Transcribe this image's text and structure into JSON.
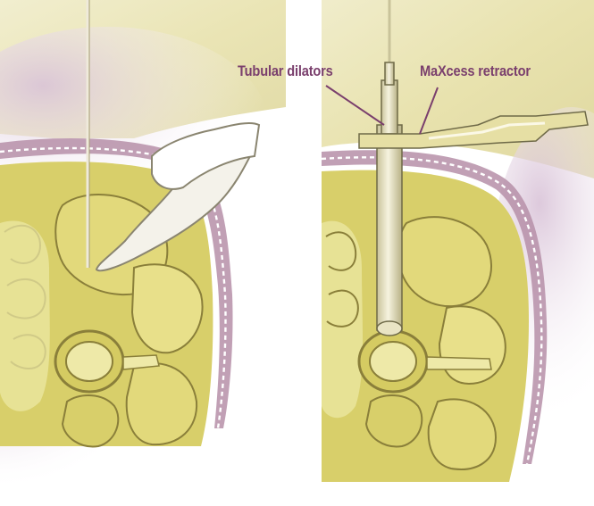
{
  "labels": {
    "tubular_dilators": "Tubular dilators",
    "maxcess_retractor": "MaXcess retractor"
  },
  "colors": {
    "label": "#7a3f6d",
    "tissue_yellow": "#d8cf6a",
    "tissue_light": "#eee9a8",
    "muscle_outline": "#8a7f3a",
    "skin_purple": "#c7a6c8",
    "instrument_cream": "#ece7c5"
  },
  "panels": [
    {
      "name": "finger-dissection-panel"
    },
    {
      "name": "dilator-retractor-panel"
    }
  ]
}
